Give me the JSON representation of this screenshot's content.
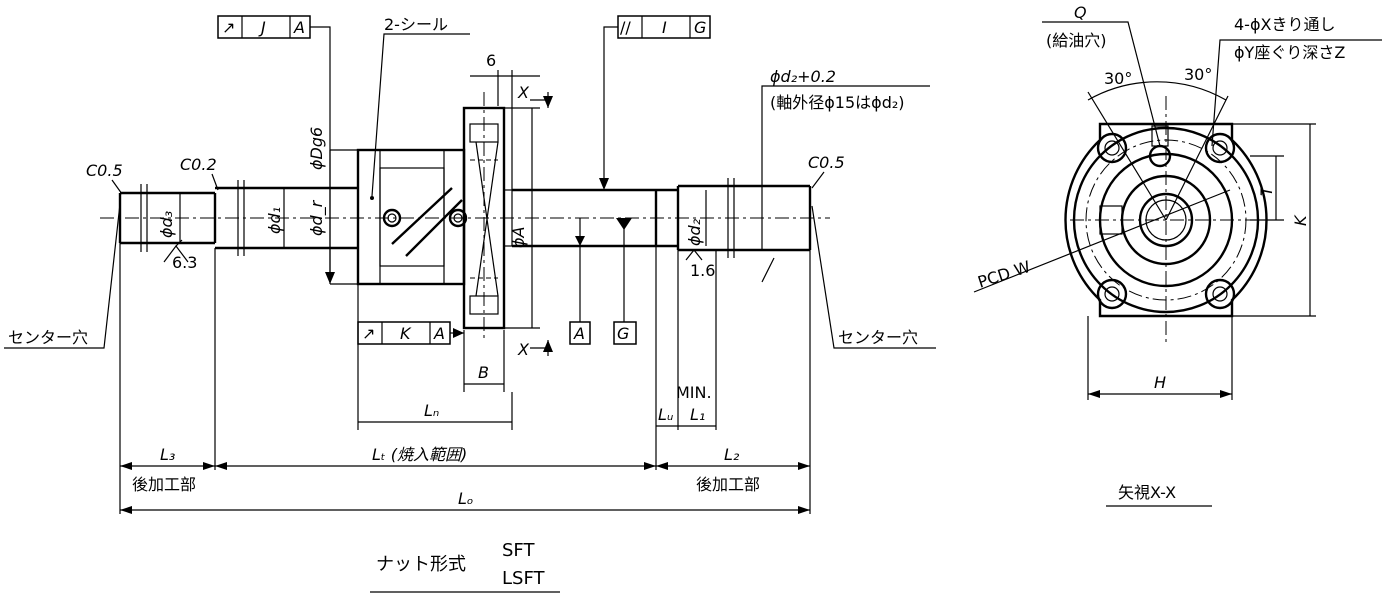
{
  "gd_top1": {
    "sym": "↗",
    "ref": "J",
    "datum": "A"
  },
  "gd_top2": {
    "sym": "//",
    "ref": "I",
    "datum": "G"
  },
  "gd_bot": {
    "sym": "↗",
    "ref": "K",
    "datum": "A"
  },
  "seal_label": "2-シール",
  "dim_6": "6",
  "section_x": "X",
  "dia_d2_tol": "ϕd₂+0.2",
  "dia_d2_note": "(軸外径ϕ15はϕd₂)",
  "chamfer_left": "C0.5",
  "chamfer_mid": "C0.2",
  "chamfer_right": "C0.5",
  "dia_dg6": "ϕDg6",
  "dia_d3": "ϕd₃",
  "dia_d1": "ϕd₁",
  "dia_dr": "ϕd_r",
  "dia_a": "ϕA",
  "dia_d2": "ϕd₂",
  "rough_63": "6.3",
  "rough_16": "1.6",
  "center_hole_left": "センター穴",
  "center_hole_right": "センター穴",
  "datum_a": "A",
  "datum_g": "G",
  "dim_b": "B",
  "dim_ln": "Lₙ",
  "dim_min": "MIN.",
  "dim_lu": "Lᵤ",
  "dim_l1": "L₁",
  "dim_l3": "L₃",
  "dim_lt": "Lₜ (焼入範囲)",
  "dim_l2": "L₂",
  "post_left": "後加工部",
  "post_right": "後加工部",
  "dim_lo": "Lₒ",
  "nut_type_label": "ナット形式",
  "nut_type_1": "SFT",
  "nut_type_2": "LSFT",
  "view_q": "Q",
  "view_oil": "(給油穴)",
  "view_holes_1": "4-ϕXきり通し",
  "view_holes_2": "ϕY座ぐり深さZ",
  "angle_1": "30°",
  "angle_2": "30°",
  "view_t": "T",
  "view_k": "K",
  "view_pcd": "PCD W",
  "view_h": "H",
  "view_title": "矢視X-X"
}
